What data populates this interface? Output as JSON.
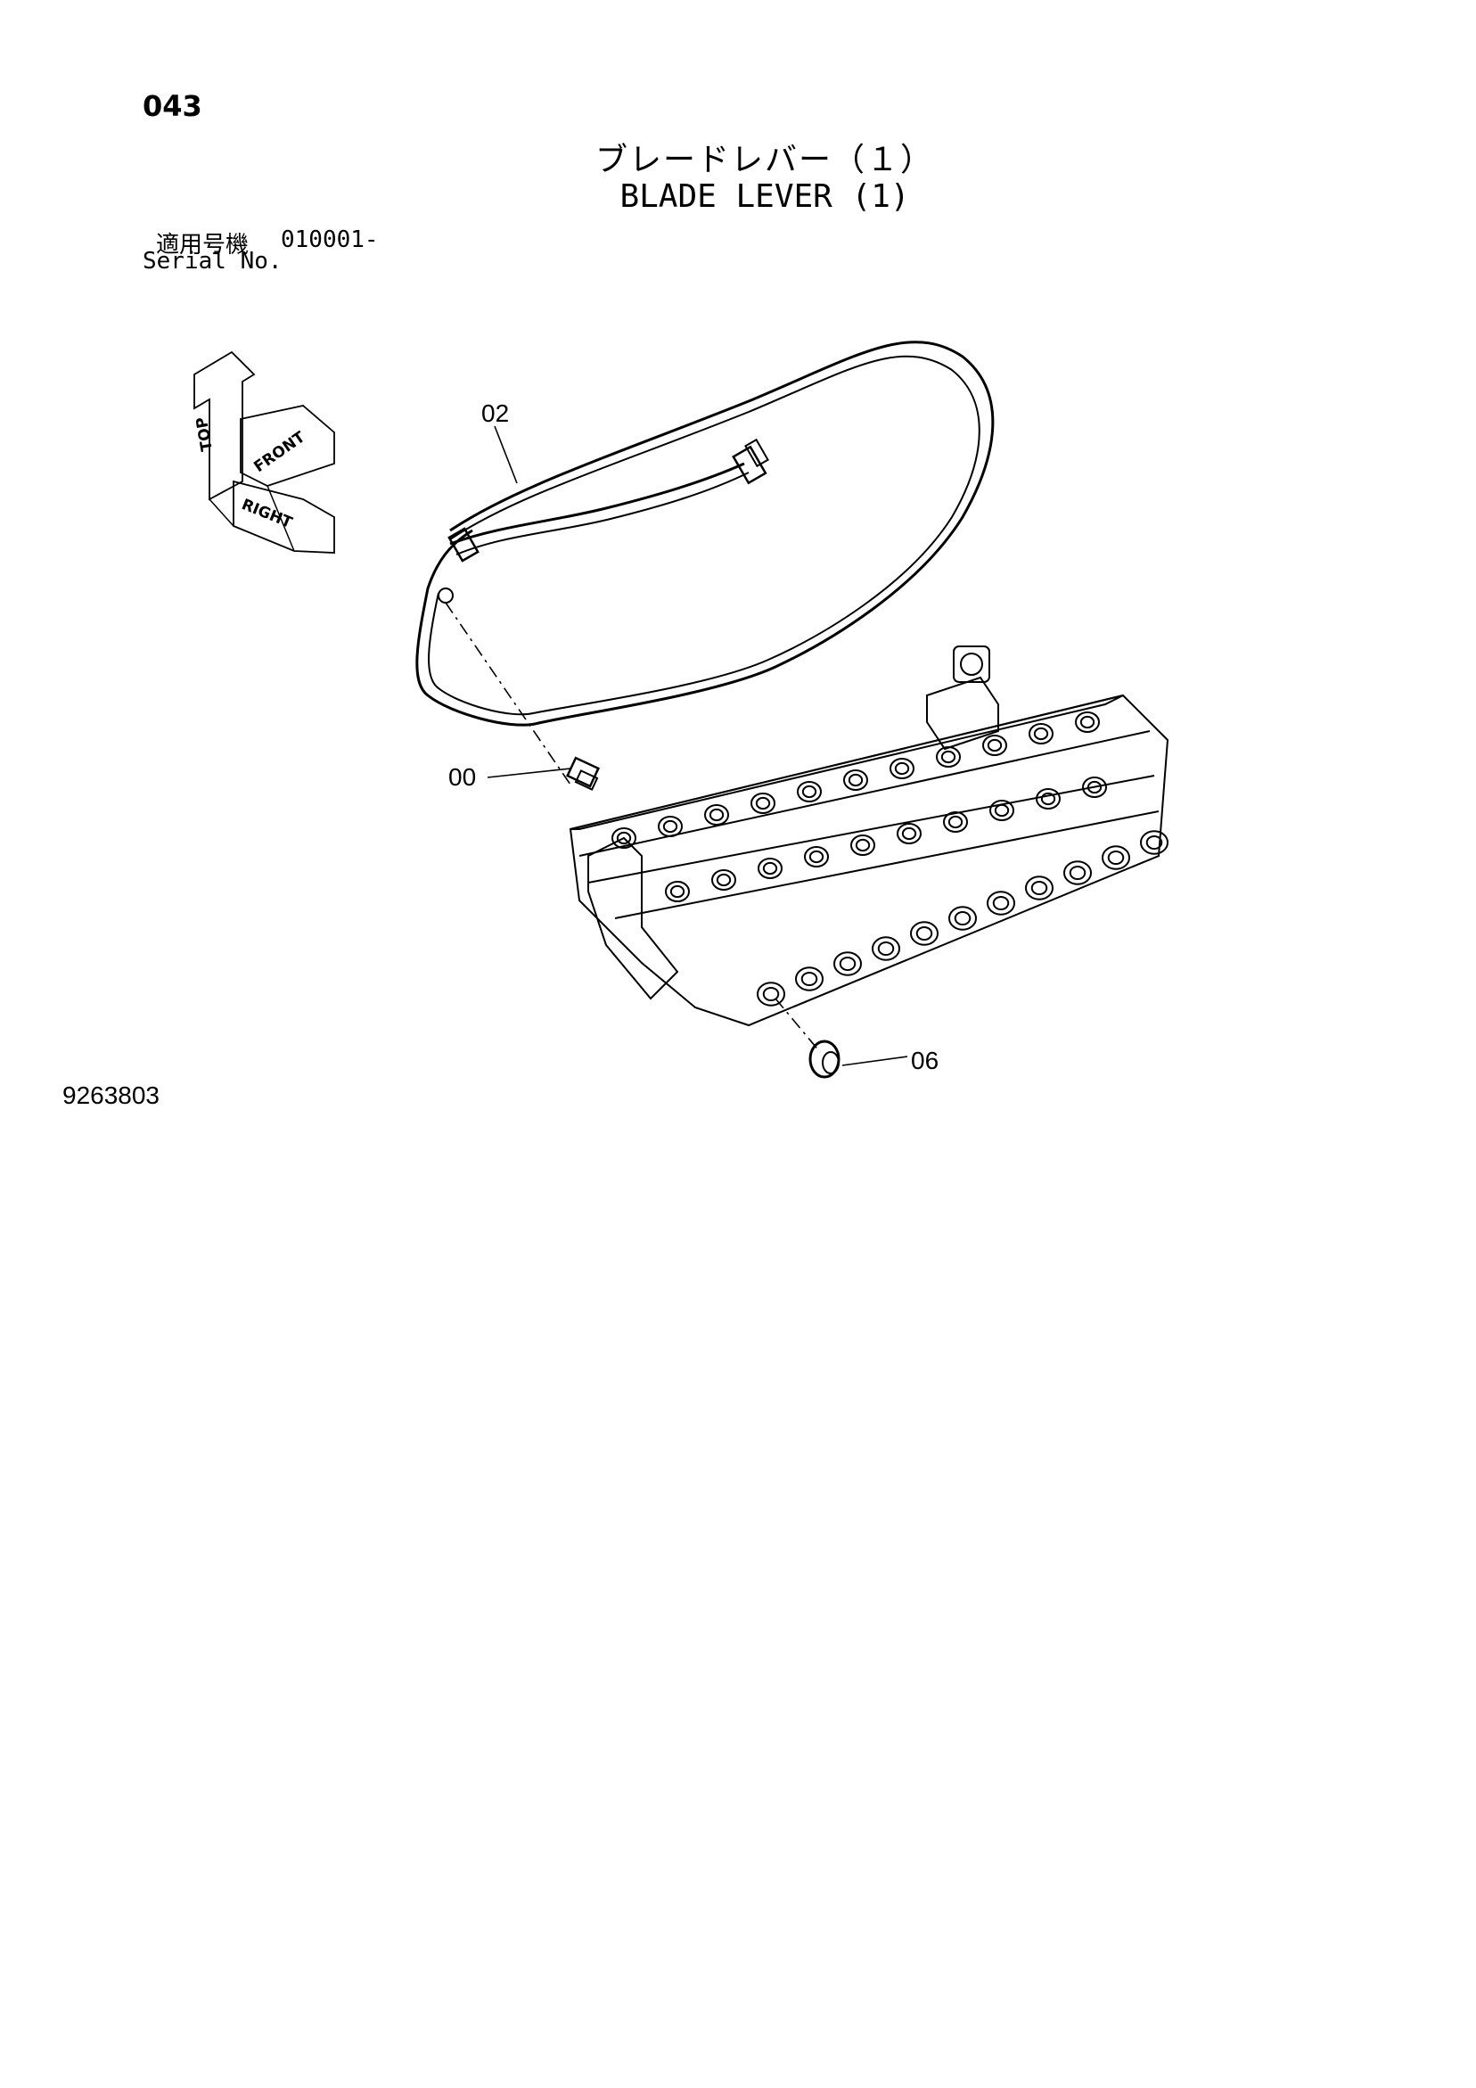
{
  "header": {
    "page_number": "043",
    "title_jp": "ブレードレバー（１）",
    "title_en": "BLADE LEVER (1)",
    "serial_label_jp": "適用号機",
    "serial_value": "010001-",
    "serial_label_en": "Serial No."
  },
  "orientation_icon": {
    "labels": [
      "TOP",
      "FRONT",
      "RIGHT"
    ]
  },
  "callouts": [
    {
      "id": "02",
      "label": "02"
    },
    {
      "id": "00",
      "label": "00"
    },
    {
      "id": "06",
      "label": "06"
    }
  ],
  "footer": {
    "drawing_number": "9263803"
  },
  "style": {
    "line_color": "#000000",
    "background": "#ffffff"
  }
}
